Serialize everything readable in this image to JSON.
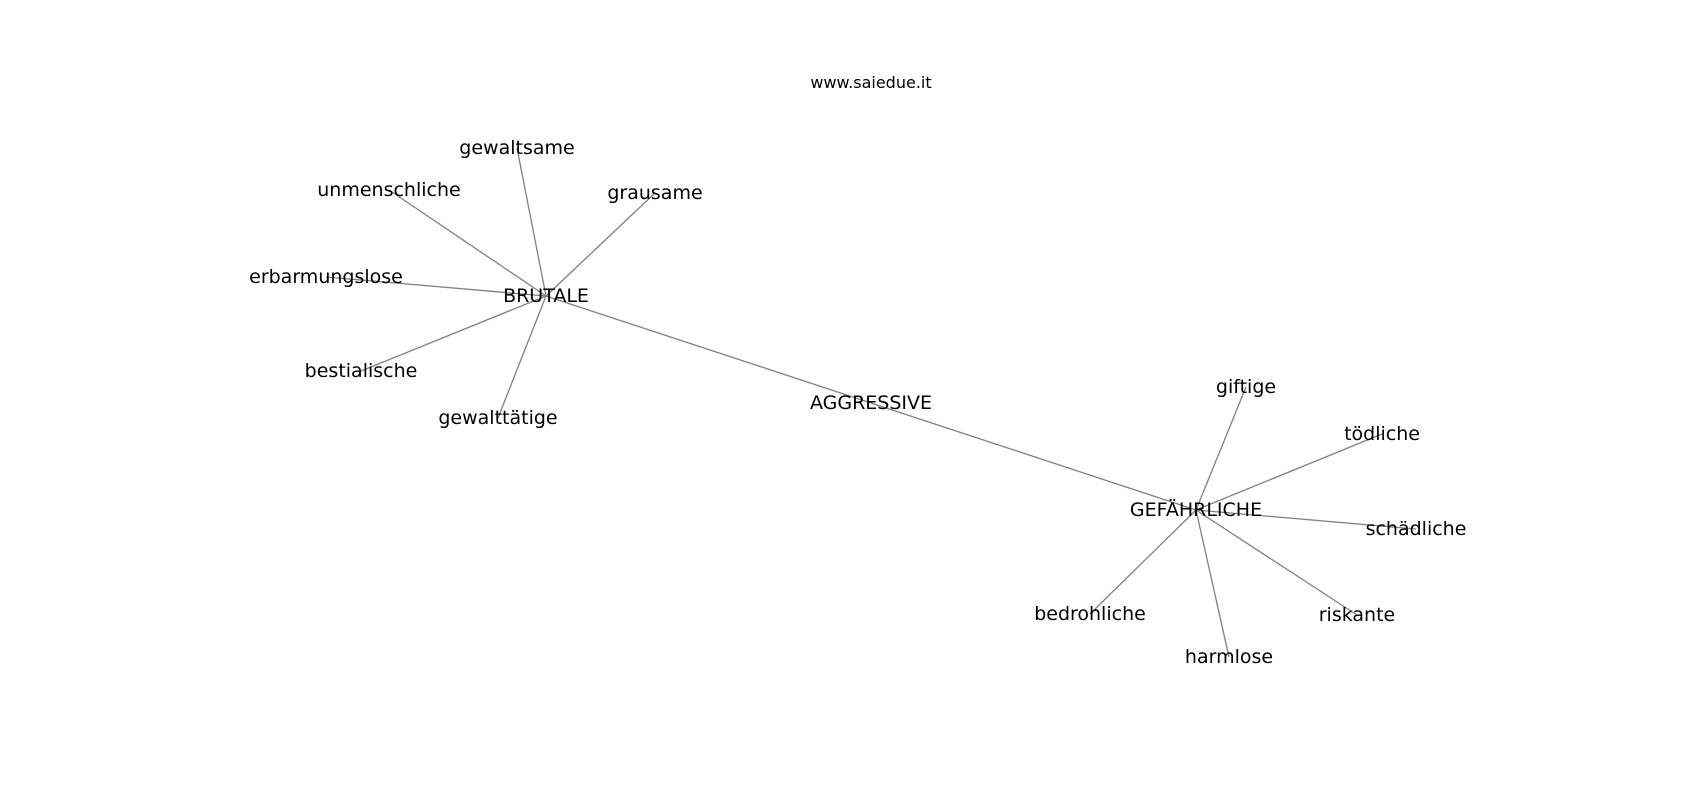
{
  "watermark": "www.saiedue.it",
  "colors": {
    "edge": "#808080",
    "text": "#000000",
    "background": "#ffffff"
  },
  "nodes": [
    {
      "id": "aggressive",
      "label": "AGGRESSIVE"
    },
    {
      "id": "brutale",
      "label": "BRUTALE"
    },
    {
      "id": "gefaehrliche",
      "label": "GEFÄHRLICHE"
    },
    {
      "id": "gewaltsame",
      "label": "gewaltsame"
    },
    {
      "id": "grausame",
      "label": "grausame"
    },
    {
      "id": "unmenschliche",
      "label": "unmenschliche"
    },
    {
      "id": "erbarmungslose",
      "label": "erbarmungslose"
    },
    {
      "id": "bestialische",
      "label": "bestialische"
    },
    {
      "id": "gewalttaetige",
      "label": "gewalttätige"
    },
    {
      "id": "giftige",
      "label": "giftige"
    },
    {
      "id": "toedliche",
      "label": "tödliche"
    },
    {
      "id": "schaedliche",
      "label": "schädliche"
    },
    {
      "id": "riskante",
      "label": "riskante"
    },
    {
      "id": "harmlose",
      "label": "harmlose"
    },
    {
      "id": "bedrohliche",
      "label": "bedrohliche"
    }
  ],
  "edges": [
    [
      "aggressive",
      "brutale"
    ],
    [
      "aggressive",
      "gefaehrliche"
    ],
    [
      "brutale",
      "gewaltsame"
    ],
    [
      "brutale",
      "grausame"
    ],
    [
      "brutale",
      "unmenschliche"
    ],
    [
      "brutale",
      "erbarmungslose"
    ],
    [
      "brutale",
      "bestialische"
    ],
    [
      "brutale",
      "gewalttaetige"
    ],
    [
      "gefaehrliche",
      "giftige"
    ],
    [
      "gefaehrliche",
      "toedliche"
    ],
    [
      "gefaehrliche",
      "schaedliche"
    ],
    [
      "gefaehrliche",
      "riskante"
    ],
    [
      "gefaehrliche",
      "harmlose"
    ],
    [
      "gefaehrliche",
      "bedrohliche"
    ]
  ]
}
